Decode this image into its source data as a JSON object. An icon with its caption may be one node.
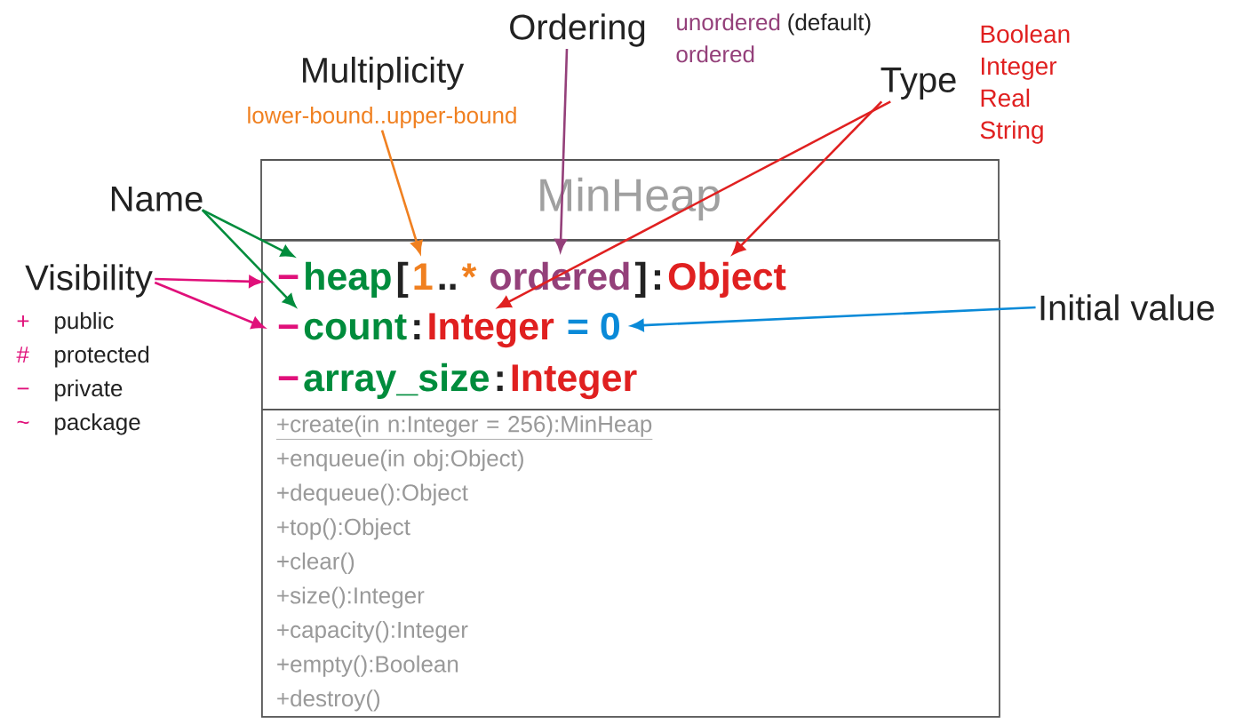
{
  "diagram": {
    "nodes": [
      {
        "text": [
          "MinHeap"
        ]
      },
      {
        "text": [],
        "shape": "box"
      },
      {
        "text": [
          "−"
        ],
        "in": 1
      },
      {
        "text": [
          "heap"
        ],
        "in": 1
      },
      {
        "text": [
          "["
        ],
        "in": 1
      },
      {
        "text": [
          "1"
        ],
        "in": 1
      },
      {
        "text": [
          ".."
        ],
        "in": 1
      },
      {
        "text": [
          "*"
        ],
        "in": 1
      },
      {
        "text": [
          "ordered"
        ],
        "in": 1
      },
      {
        "text": [
          "]"
        ],
        "in": 1
      },
      {
        "text": [
          ":"
        ],
        "in": 1
      },
      {
        "text": [
          "Object"
        ],
        "in": 1
      },
      {
        "text": [
          "−"
        ],
        "in": 1
      },
      {
        "text": [
          "count"
        ],
        "in": 1
      },
      {
        "text": [
          ":"
        ],
        "in": 1
      },
      {
        "text": [
          "Integer"
        ],
        "in": 1
      },
      {
        "text": [
          "= 0"
        ],
        "in": 1
      },
      {
        "text": [
          "−"
        ],
        "in": 1
      },
      {
        "text": [
          "array_size"
        ],
        "in": 1
      },
      {
        "text": [
          ":"
        ],
        "in": 1
      },
      {
        "text": [
          "Integer"
        ],
        "in": 1
      },
      {
        "text": [
          "+create(in n:Integer = 256):MinHeap",
          "+enqueue(in obj:Object)",
          "+dequeue():Object",
          "+top():Object",
          "+clear()",
          "+size():Integer",
          "+capacity():Integer",
          "+empty():Boolean",
          "+destroy()"
        ]
      },
      {
        "text": [
          "Name"
        ]
      },
      {
        "text": [
          "Visibility"
        ],
        "beside": [
          "+",
          "public",
          "#",
          "protected",
          "−",
          "private",
          "~",
          "package"
        ]
      },
      {
        "text": [
          "Multiplicity",
          "lower-bound..upper-bound"
        ]
      },
      {
        "text": [
          "Ordering"
        ],
        "beside": [
          "unordered",
          "(default)",
          "ordered"
        ]
      },
      {
        "text": [
          "Type"
        ],
        "beside": [
          "Boolean",
          "Integer",
          "Real",
          "String"
        ]
      },
      {
        "text": [
          "Initial value"
        ]
      }
    ],
    "edges": [
      {
        "from": 22,
        "to": 3,
        "arrow": "to",
        "color": "#008c3c"
      },
      {
        "from": 22,
        "to": 13,
        "arrow": "to",
        "color": "#008c3c"
      },
      {
        "from": 23,
        "to": 2,
        "arrow": "to",
        "color": "#e0107a"
      },
      {
        "from": 23,
        "to": 12,
        "arrow": "to",
        "color": "#e0107a"
      },
      {
        "from": 24,
        "to": 5,
        "arrow": "to",
        "color": "#f08020"
      },
      {
        "from": 25,
        "to": 8,
        "arrow": "to",
        "color": "#94407a"
      },
      {
        "from": 26,
        "to": 11,
        "arrow": "to",
        "color": "#e02020"
      },
      {
        "from": 26,
        "to": 15,
        "arrow": "to",
        "color": "#e02020"
      },
      {
        "from": 27,
        "to": 16,
        "arrow": "to",
        "color": "#0a8ad8"
      }
    ]
  }
}
